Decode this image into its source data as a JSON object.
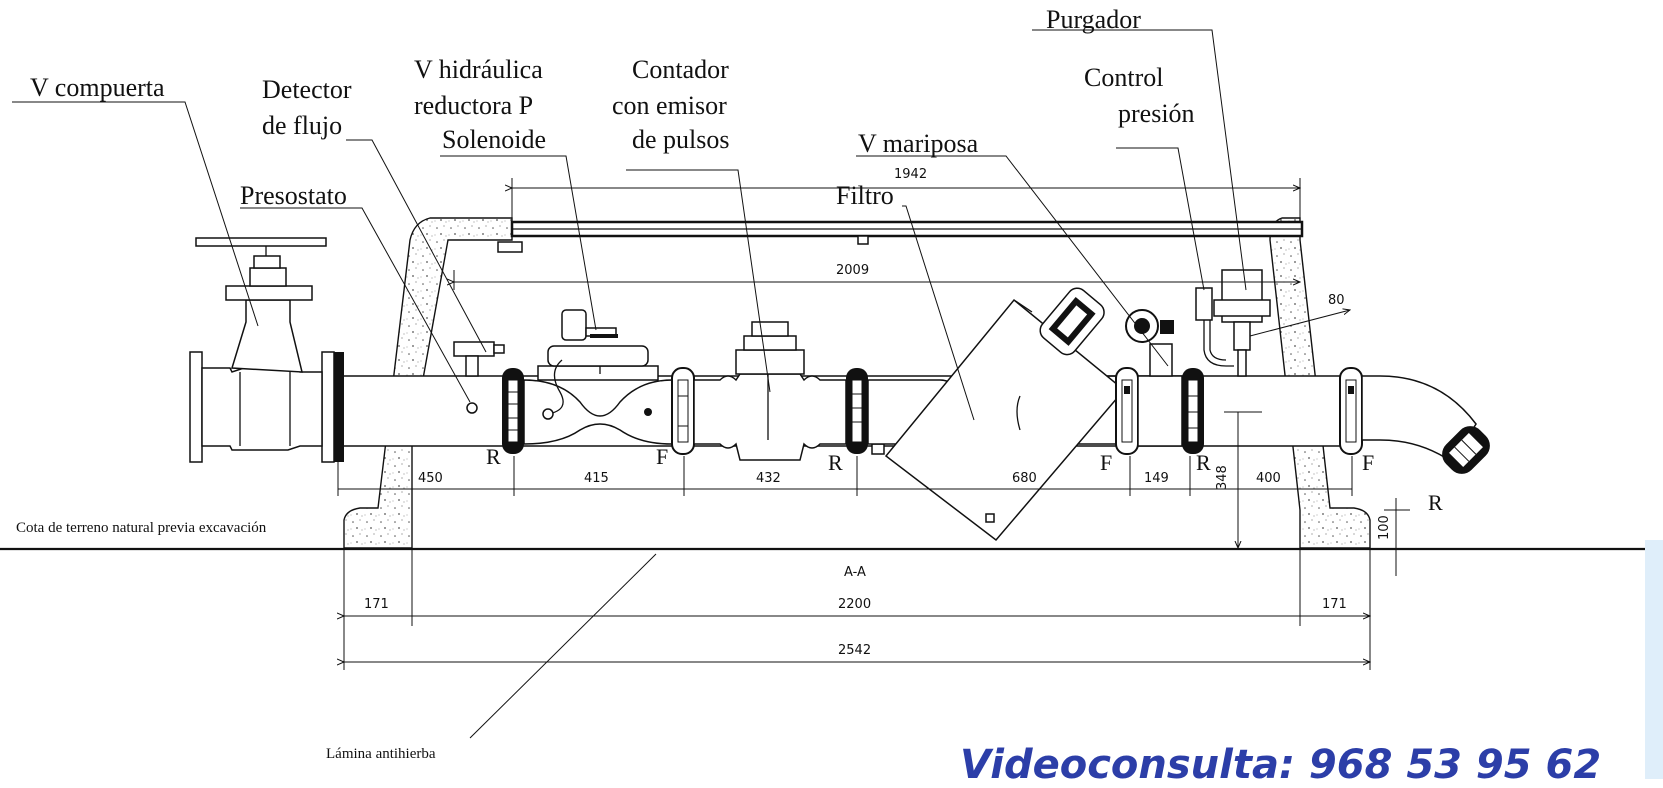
{
  "labels": {
    "v_compuerta": "V compuerta",
    "detector_flujo": [
      "Detector",
      "de flujo"
    ],
    "v_hidraulica": [
      "V hidráulica",
      "reductora P",
      "Solenoide"
    ],
    "contador": [
      "Contador",
      "con emisor",
      "de pulsos"
    ],
    "purgador": "Purgador",
    "control_presion": [
      "Control",
      "presión"
    ],
    "v_mariposa": "V mariposa",
    "presostato": "Presostato",
    "filtro": "Filtro",
    "cota": "Cota de terreno natural previa excavación",
    "lamina": "Lámina antihierba"
  },
  "connections": {
    "r": "R",
    "f": "F"
  },
  "section_label": "A-A",
  "dimensions": {
    "d1942": "1942",
    "d2009": "2009",
    "d80": "80",
    "d450": "450",
    "d415": "415",
    "d432": "432",
    "d680": "680",
    "d149": "149",
    "d348": "348",
    "d400": "400",
    "d100": "100",
    "d171_left": "171",
    "d2200": "2200",
    "d171_right": "171",
    "d2542": "2542"
  },
  "footer_text": "Videoconsulta: 968 53 95 62",
  "colors": {
    "drawing": "#111111",
    "footer": "#2c3ea8",
    "background": "#ffffff"
  }
}
